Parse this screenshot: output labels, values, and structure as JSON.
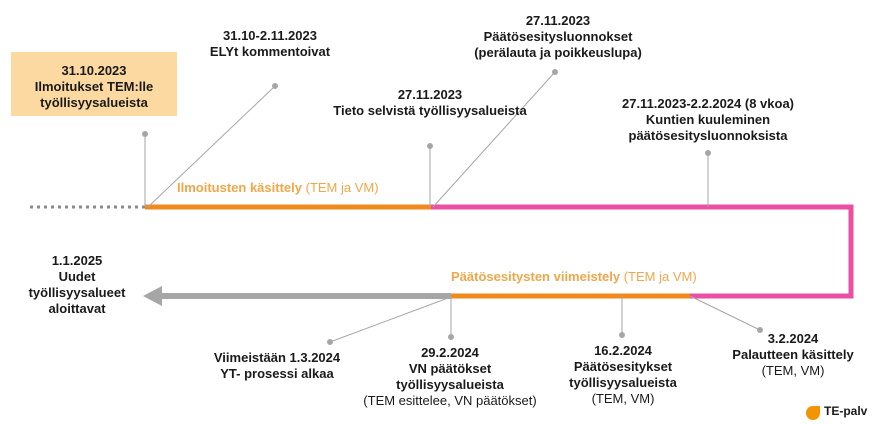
{
  "colors": {
    "orange": "#f08a1c",
    "pink": "#ea4fa3",
    "grey": "#a6a6a6",
    "phase_text": "#f2a64a",
    "highlight": "#fcd9a0"
  },
  "events": {
    "e1": {
      "date": "31.10.2023",
      "lines": [
        "Ilmoitukset TEM:lle",
        "työllisyysalueista"
      ]
    },
    "e2": {
      "date": "31.10-2.11.2023",
      "lines": [
        "ELYt kommentoivat"
      ]
    },
    "e3": {
      "date": "27.11.2023",
      "lines": [
        "Tieto selvistä työllisyysalueista"
      ]
    },
    "e4": {
      "date": "27.11.2023",
      "lines": [
        "Päätösesitysluonnokset",
        "(perälauta ja poikkeuslupa)"
      ]
    },
    "e5": {
      "date": "27.11.2023-2.2.2024 (8 vkoa)",
      "lines": [
        "Kuntien kuuleminen",
        "päätösesitysluonnoksista"
      ]
    },
    "e6": {
      "date": "3.2.2024",
      "lines": [
        "Palautteen käsittely"
      ],
      "note": "(TEM, VM)"
    },
    "e7": {
      "date": "16.2.2024",
      "lines": [
        "Päätösesitykset",
        "työllisyysalueista"
      ],
      "note": "(TEM, VM)"
    },
    "e8": {
      "date": "29.2.2024",
      "lines": [
        "VN päätökset",
        "työllisyysalueista"
      ],
      "note": "(TEM esittelee, VN päätökset)"
    },
    "e9": {
      "date": "Viimeistään 1.3.2024",
      "lines": [
        "YT- prosessi alkaa"
      ]
    },
    "e10": {
      "date": "1.1.2025",
      "lines": [
        "Uudet",
        "työllisyysalueet",
        "aloittavat"
      ]
    }
  },
  "phases": {
    "p1": {
      "label": "Ilmoitusten käsittely",
      "note": "(TEM ja VM)"
    },
    "p2": {
      "label": "Päätösesitysten viimeistely",
      "note": "(TEM ja VM)"
    }
  },
  "logo": {
    "text": "TE-palv"
  }
}
